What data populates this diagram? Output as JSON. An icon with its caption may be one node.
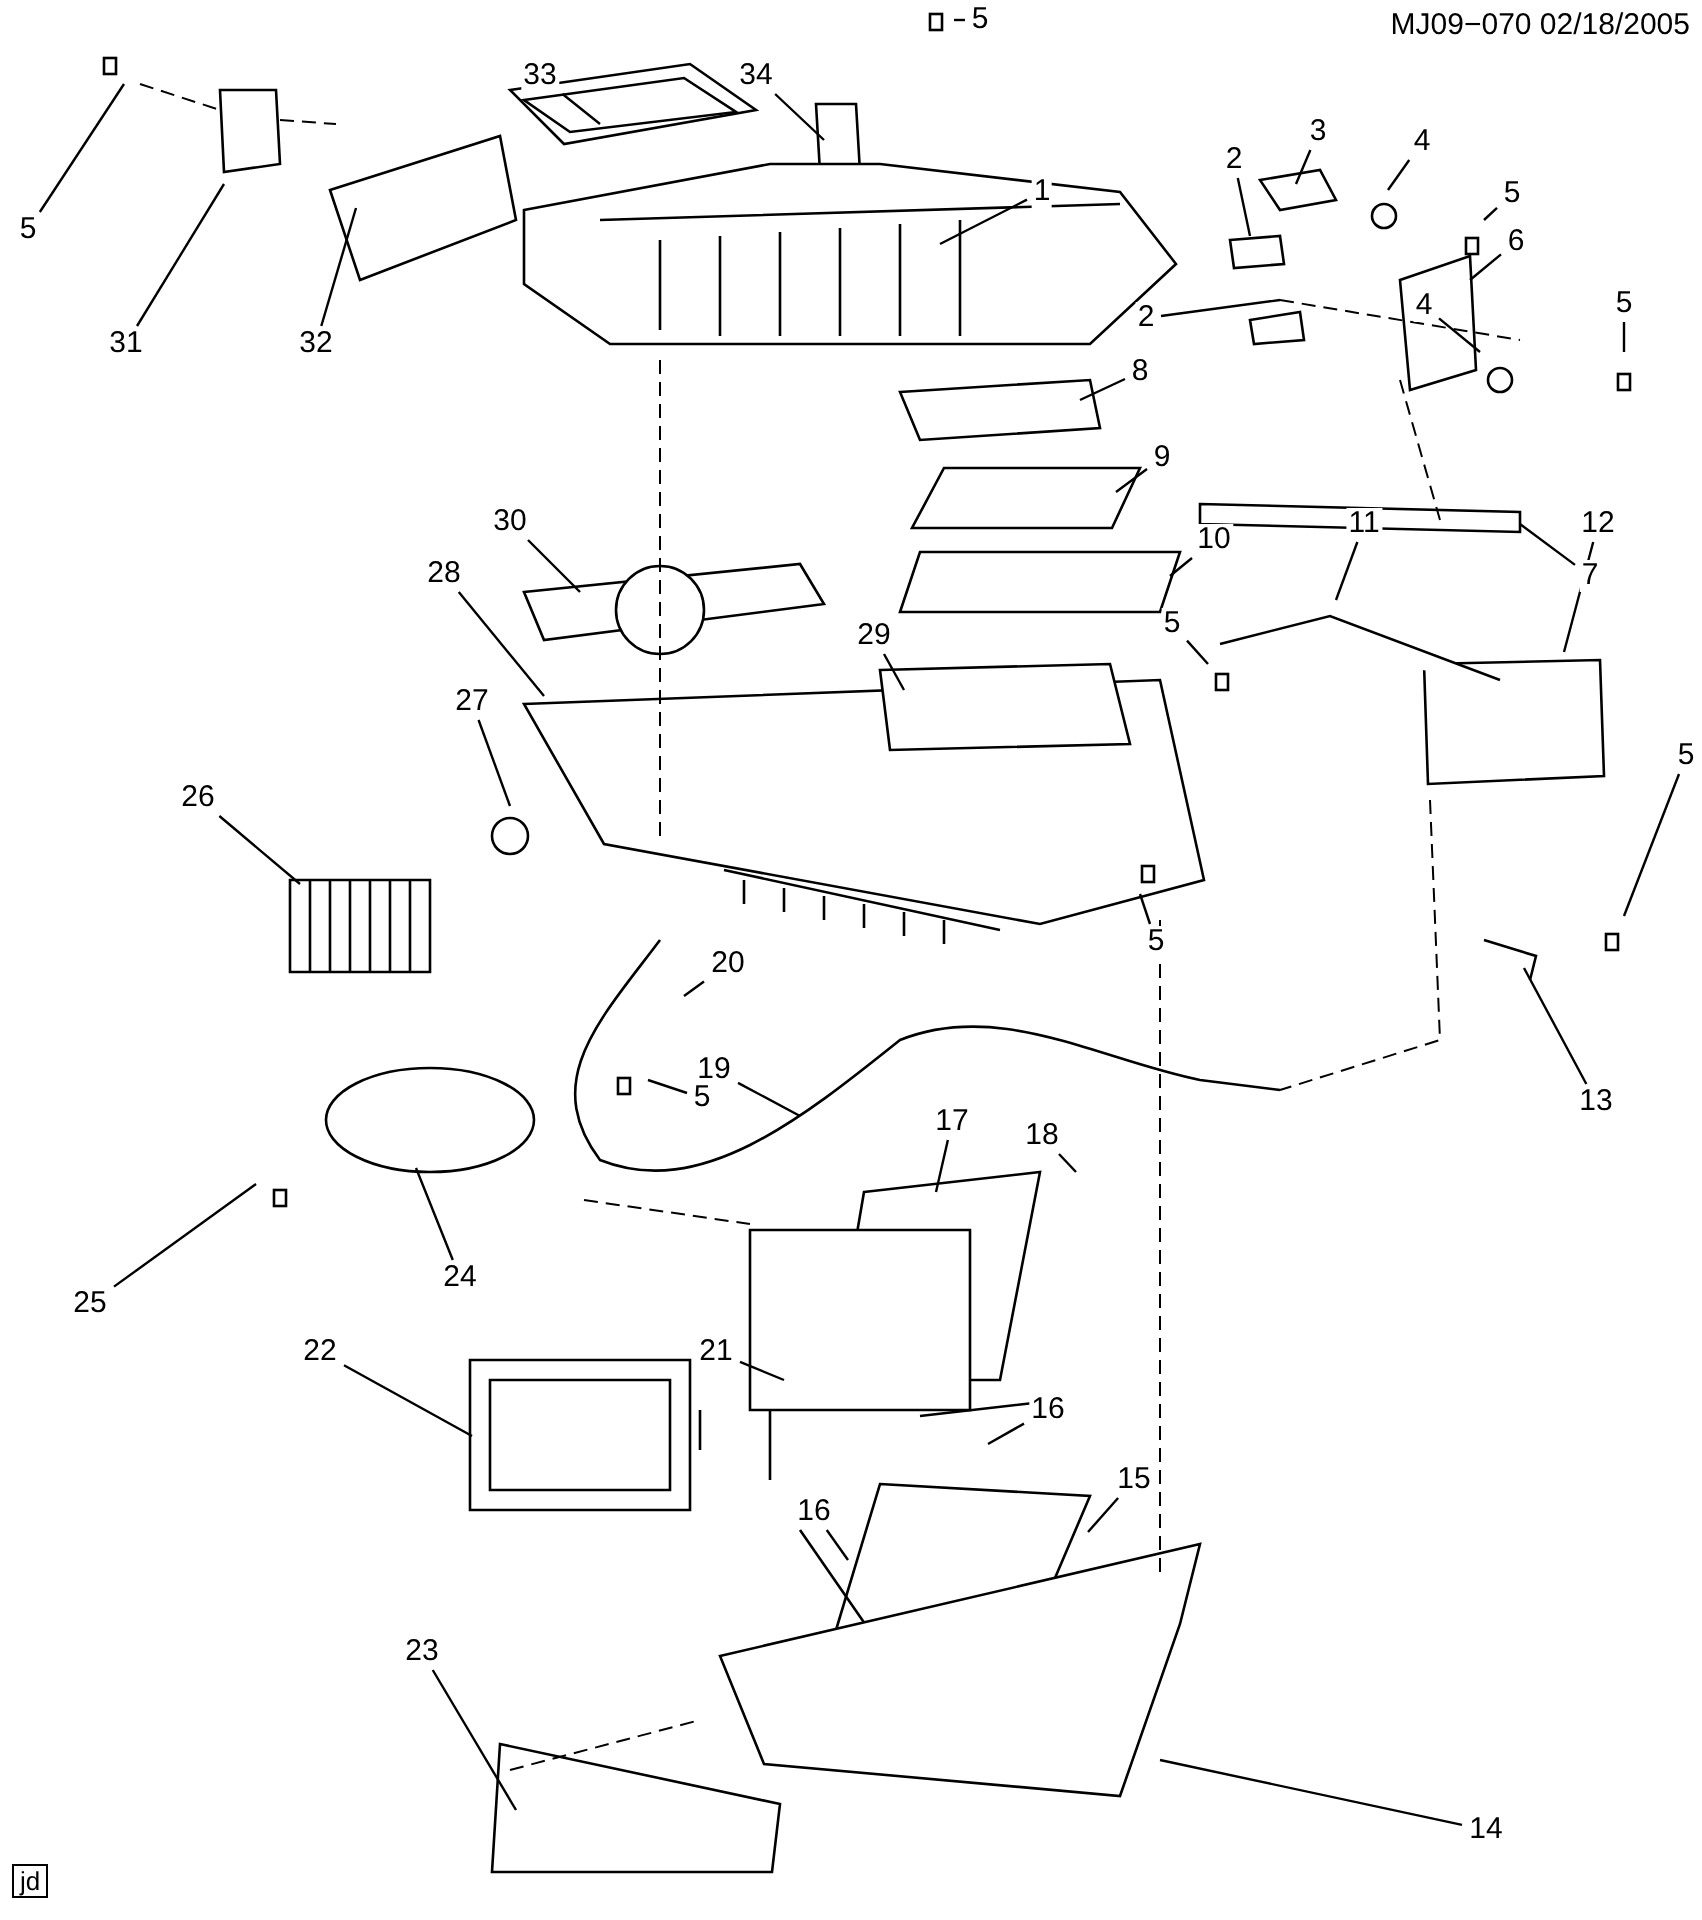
{
  "diagram": {
    "nodes": [
      {
        "text": [
          "5"
        ]
      },
      {
        "text": [
          "33"
        ]
      },
      {
        "text": [
          "34"
        ]
      },
      {
        "text": [
          "3"
        ]
      },
      {
        "text": [
          "4"
        ]
      },
      {
        "text": [
          "2"
        ]
      },
      {
        "text": [
          "1"
        ]
      },
      {
        "text": [
          "5"
        ]
      },
      {
        "text": [
          "5"
        ]
      },
      {
        "text": [
          "6"
        ]
      },
      {
        "text": [
          "4"
        ]
      },
      {
        "text": [
          "5"
        ]
      },
      {
        "text": [
          "2"
        ]
      },
      {
        "text": [
          "31"
        ]
      },
      {
        "text": [
          "32"
        ]
      },
      {
        "text": [
          "8"
        ]
      },
      {
        "text": [
          "9"
        ]
      },
      {
        "text": [
          "30"
        ]
      },
      {
        "text": [
          "10"
        ]
      },
      {
        "text": [
          "11"
        ]
      },
      {
        "text": [
          "28"
        ]
      },
      {
        "text": [
          "7"
        ]
      },
      {
        "text": [
          "12"
        ]
      },
      {
        "text": [
          "5"
        ]
      },
      {
        "text": [
          "29"
        ]
      },
      {
        "text": [
          "27"
        ]
      },
      {
        "text": [
          "5"
        ]
      },
      {
        "text": [
          "26"
        ]
      },
      {
        "text": [
          "5"
        ]
      },
      {
        "text": [
          "20"
        ]
      },
      {
        "text": [
          "19"
        ]
      },
      {
        "text": [
          "5"
        ]
      },
      {
        "text": [
          "13"
        ]
      },
      {
        "text": [
          "17"
        ]
      },
      {
        "text": [
          "18"
        ]
      },
      {
        "text": [
          "24"
        ]
      },
      {
        "text": [
          "25"
        ]
      },
      {
        "text": [
          "21"
        ]
      },
      {
        "text": [
          "22"
        ]
      },
      {
        "text": [
          "16"
        ]
      },
      {
        "text": [
          "15"
        ]
      },
      {
        "text": [
          "16"
        ]
      },
      {
        "text": [
          "23"
        ]
      },
      {
        "text": [
          "14"
        ]
      }
    ],
    "edges": [
      {
        "from": 0,
        "to": null,
        "arrow": "none"
      },
      {
        "from": 1,
        "to": null,
        "arrow": "none"
      },
      {
        "from": 2,
        "to": null,
        "arrow": "none"
      },
      {
        "from": 3,
        "to": null,
        "arrow": "none"
      },
      {
        "from": 4,
        "to": null,
        "arrow": "none"
      },
      {
        "from": 5,
        "to": null,
        "arrow": "none"
      },
      {
        "from": 6,
        "to": null,
        "arrow": "none"
      },
      {
        "from": 7,
        "to": null,
        "arrow": "none"
      },
      {
        "from": 8,
        "to": null,
        "arrow": "none"
      },
      {
        "from": 9,
        "to": null,
        "arrow": "none"
      },
      {
        "from": 10,
        "to": null,
        "arrow": "none"
      },
      {
        "from": 11,
        "to": null,
        "arrow": "none"
      },
      {
        "from": 12,
        "to": null,
        "arrow": "none"
      },
      {
        "from": 13,
        "to": null,
        "arrow": "none"
      },
      {
        "from": 14,
        "to": null,
        "arrow": "none"
      },
      {
        "from": 15,
        "to": null,
        "arrow": "none"
      },
      {
        "from": 16,
        "to": null,
        "arrow": "none"
      },
      {
        "from": 17,
        "to": null,
        "arrow": "none"
      },
      {
        "from": 18,
        "to": null,
        "arrow": "none"
      },
      {
        "from": 19,
        "to": null,
        "arrow": "none"
      },
      {
        "from": 20,
        "to": null,
        "arrow": "none"
      },
      {
        "from": 21,
        "to": null,
        "arrow": "none"
      },
      {
        "from": 22,
        "to": null,
        "arrow": "none"
      },
      {
        "from": 23,
        "to": null,
        "arrow": "none"
      },
      {
        "from": 24,
        "to": null,
        "arrow": "none"
      },
      {
        "from": 25,
        "to": null,
        "arrow": "none"
      },
      {
        "from": 26,
        "to": null,
        "arrow": "none"
      },
      {
        "from": 27,
        "to": null,
        "arrow": "none"
      },
      {
        "from": 28,
        "to": null,
        "arrow": "none"
      },
      {
        "from": 29,
        "to": null,
        "arrow": "none"
      },
      {
        "from": 30,
        "to": null,
        "arrow": "none"
      },
      {
        "from": 31,
        "to": null,
        "arrow": "none"
      },
      {
        "from": 32,
        "to": null,
        "arrow": "none"
      },
      {
        "from": 33,
        "to": null,
        "arrow": "none"
      },
      {
        "from": 34,
        "to": null,
        "arrow": "none"
      },
      {
        "from": 35,
        "to": null,
        "arrow": "none"
      },
      {
        "from": 36,
        "to": null,
        "arrow": "none"
      },
      {
        "from": 37,
        "to": null,
        "arrow": "none"
      },
      {
        "from": 38,
        "to": null,
        "arrow": "none"
      },
      {
        "from": 39,
        "to": null,
        "arrow": "none"
      },
      {
        "from": 40,
        "to": null,
        "arrow": "none"
      },
      {
        "from": 41,
        "to": null,
        "arrow": "none"
      },
      {
        "from": 42,
        "to": null,
        "arrow": "none"
      },
      {
        "from": 43,
        "to": null,
        "arrow": "none"
      }
    ],
    "labels": [
      "MJ09−070 02/18/2005",
      "jd"
    ]
  }
}
